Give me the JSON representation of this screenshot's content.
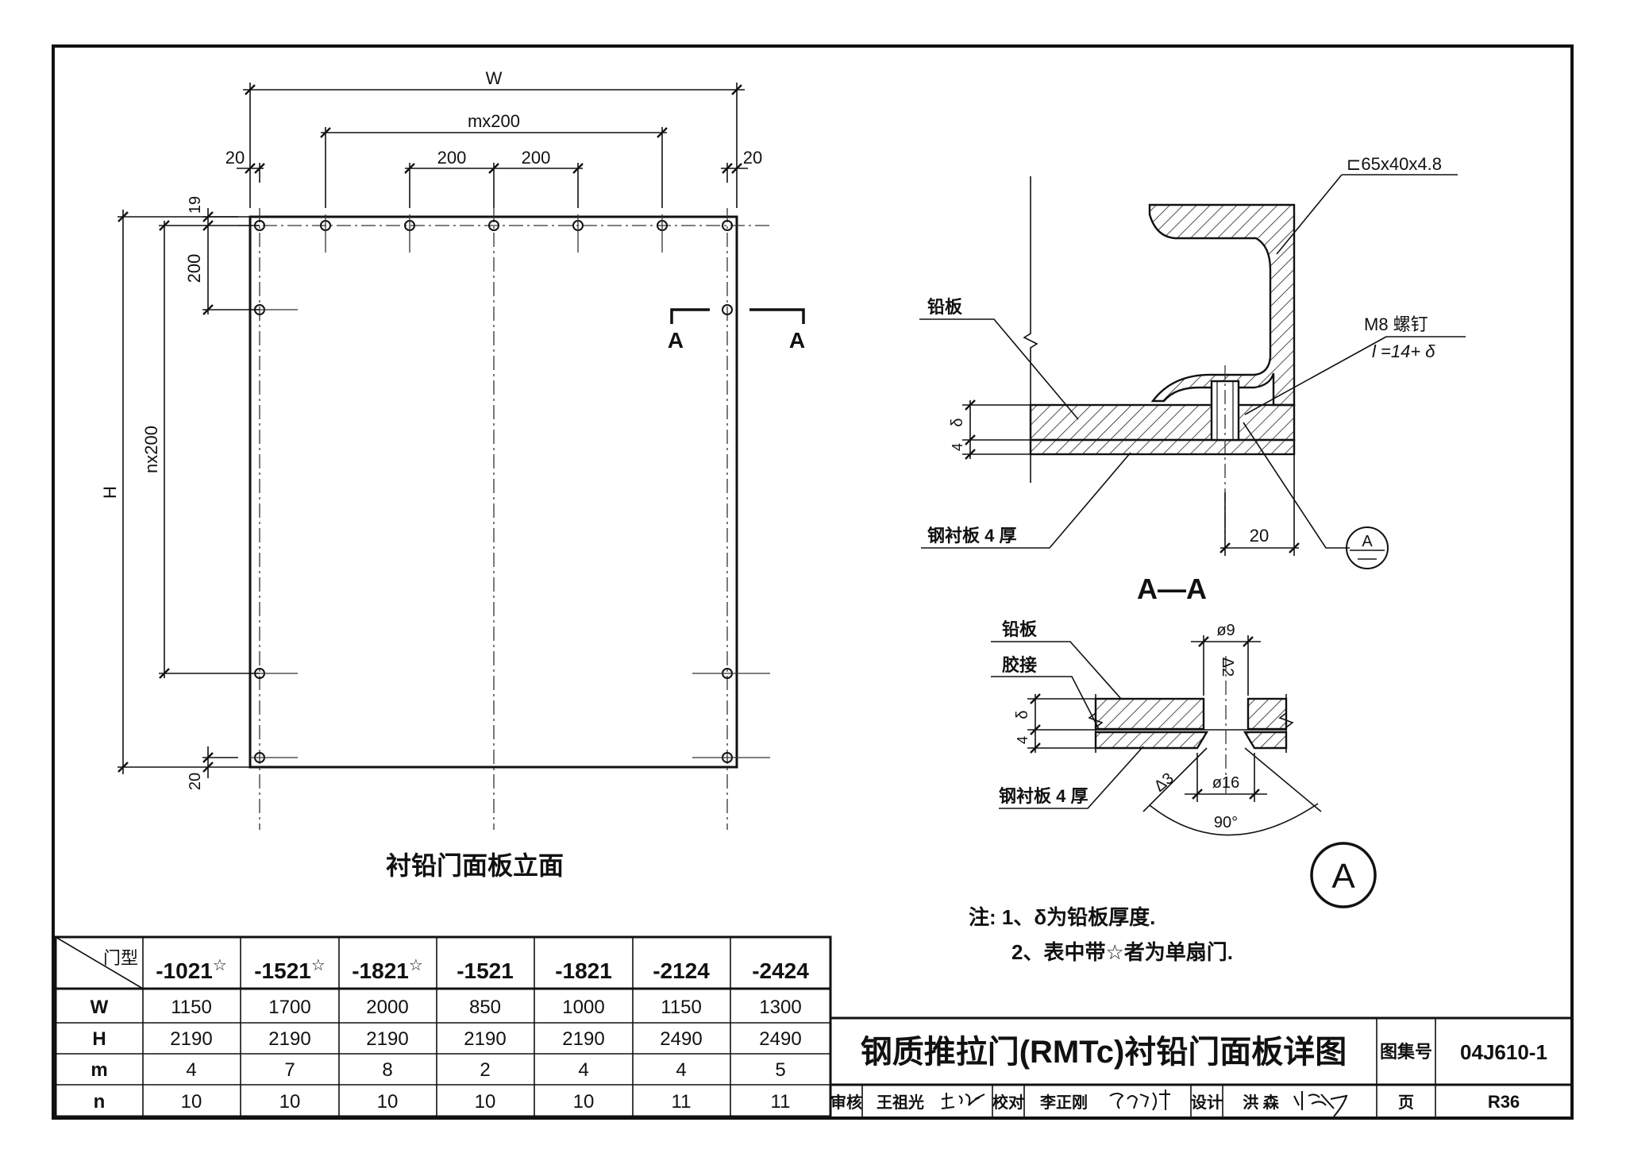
{
  "elevation": {
    "dims": {
      "w": "W",
      "mx200": "mx200",
      "d200a": "200",
      "d200b": "200",
      "e20l": "20",
      "e20r": "20",
      "h": "H",
      "nx200": "nx200",
      "v19": "19",
      "v200": "200",
      "v20": "20"
    },
    "section_mark_left": "A",
    "section_mark_right": "A",
    "title": "衬铅门面板立面"
  },
  "section_aa": {
    "channel_label": "⊏65x40x4.8",
    "lead_label": "铅板",
    "screw_label": "M8 螺钉",
    "screw_len": "l =14+ δ",
    "delta": "δ",
    "four": "4",
    "steel_label": "钢衬板 4 厚",
    "dim20": "20",
    "detail_ref": "A",
    "title": "A—A"
  },
  "detail_a": {
    "lead_label": "铅板",
    "glue_label": "胶接",
    "d9": "ø9",
    "tri2": "Δ2",
    "delta": "δ",
    "four": "4",
    "tri3": "Δ3",
    "d16": "ø16",
    "angle": "90°",
    "steel_label": "钢衬板 4 厚",
    "badge": "A"
  },
  "notes": {
    "line1": "注: 1、δ为铅板厚度.",
    "line2": "2、表中带☆者为单扇门."
  },
  "table": {
    "corner": "门型",
    "columns": [
      {
        "label": "-1021",
        "star": "☆"
      },
      {
        "label": "-1521",
        "star": "☆"
      },
      {
        "label": "-1821",
        "star": "☆"
      },
      {
        "label": "-1521",
        "star": ""
      },
      {
        "label": "-1821",
        "star": ""
      },
      {
        "label": "-2124",
        "star": ""
      },
      {
        "label": "-2424",
        "star": ""
      }
    ],
    "rows": [
      {
        "label": "W",
        "values": [
          "1150",
          "1700",
          "2000",
          "850",
          "1000",
          "1150",
          "1300"
        ]
      },
      {
        "label": "H",
        "values": [
          "2190",
          "2190",
          "2190",
          "2190",
          "2190",
          "2490",
          "2490"
        ]
      },
      {
        "label": "m",
        "values": [
          "4",
          "7",
          "8",
          "2",
          "4",
          "4",
          "5"
        ]
      },
      {
        "label": "n",
        "values": [
          "10",
          "10",
          "10",
          "10",
          "10",
          "11",
          "11"
        ]
      }
    ]
  },
  "title_block": {
    "title": "钢质推拉门(RMTc)衬铅门面板详图",
    "atlas_label": "图集号",
    "atlas_no": "04J610-1",
    "review_label": "审核",
    "review_name": "王祖光",
    "check_label": "校对",
    "check_name": "李正刚",
    "design_label": "设计",
    "design_name": "洪  森",
    "page_label": "页",
    "page_no": "R36"
  }
}
